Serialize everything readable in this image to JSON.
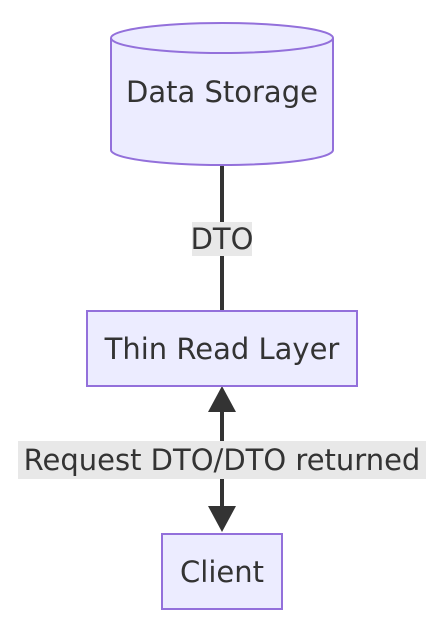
{
  "diagram": {
    "nodes": {
      "data_storage": {
        "label": "Data Storage",
        "shape": "cylinder"
      },
      "thin_read_layer": {
        "label": "Thin Read Layer",
        "shape": "rectangle"
      },
      "client": {
        "label": "Client",
        "shape": "rectangle"
      }
    },
    "edges": {
      "storage_to_layer": {
        "label": "DTO",
        "arrows": "none"
      },
      "layer_to_client": {
        "label": "Request DTO/DTO returned",
        "arrows": "both"
      }
    }
  },
  "colors": {
    "node_fill": "#ececff",
    "node_stroke": "#9370db",
    "edge_line": "#333333",
    "edge_label_bg": "#e8e8e8",
    "text": "#333333",
    "background": "#ffffff"
  }
}
